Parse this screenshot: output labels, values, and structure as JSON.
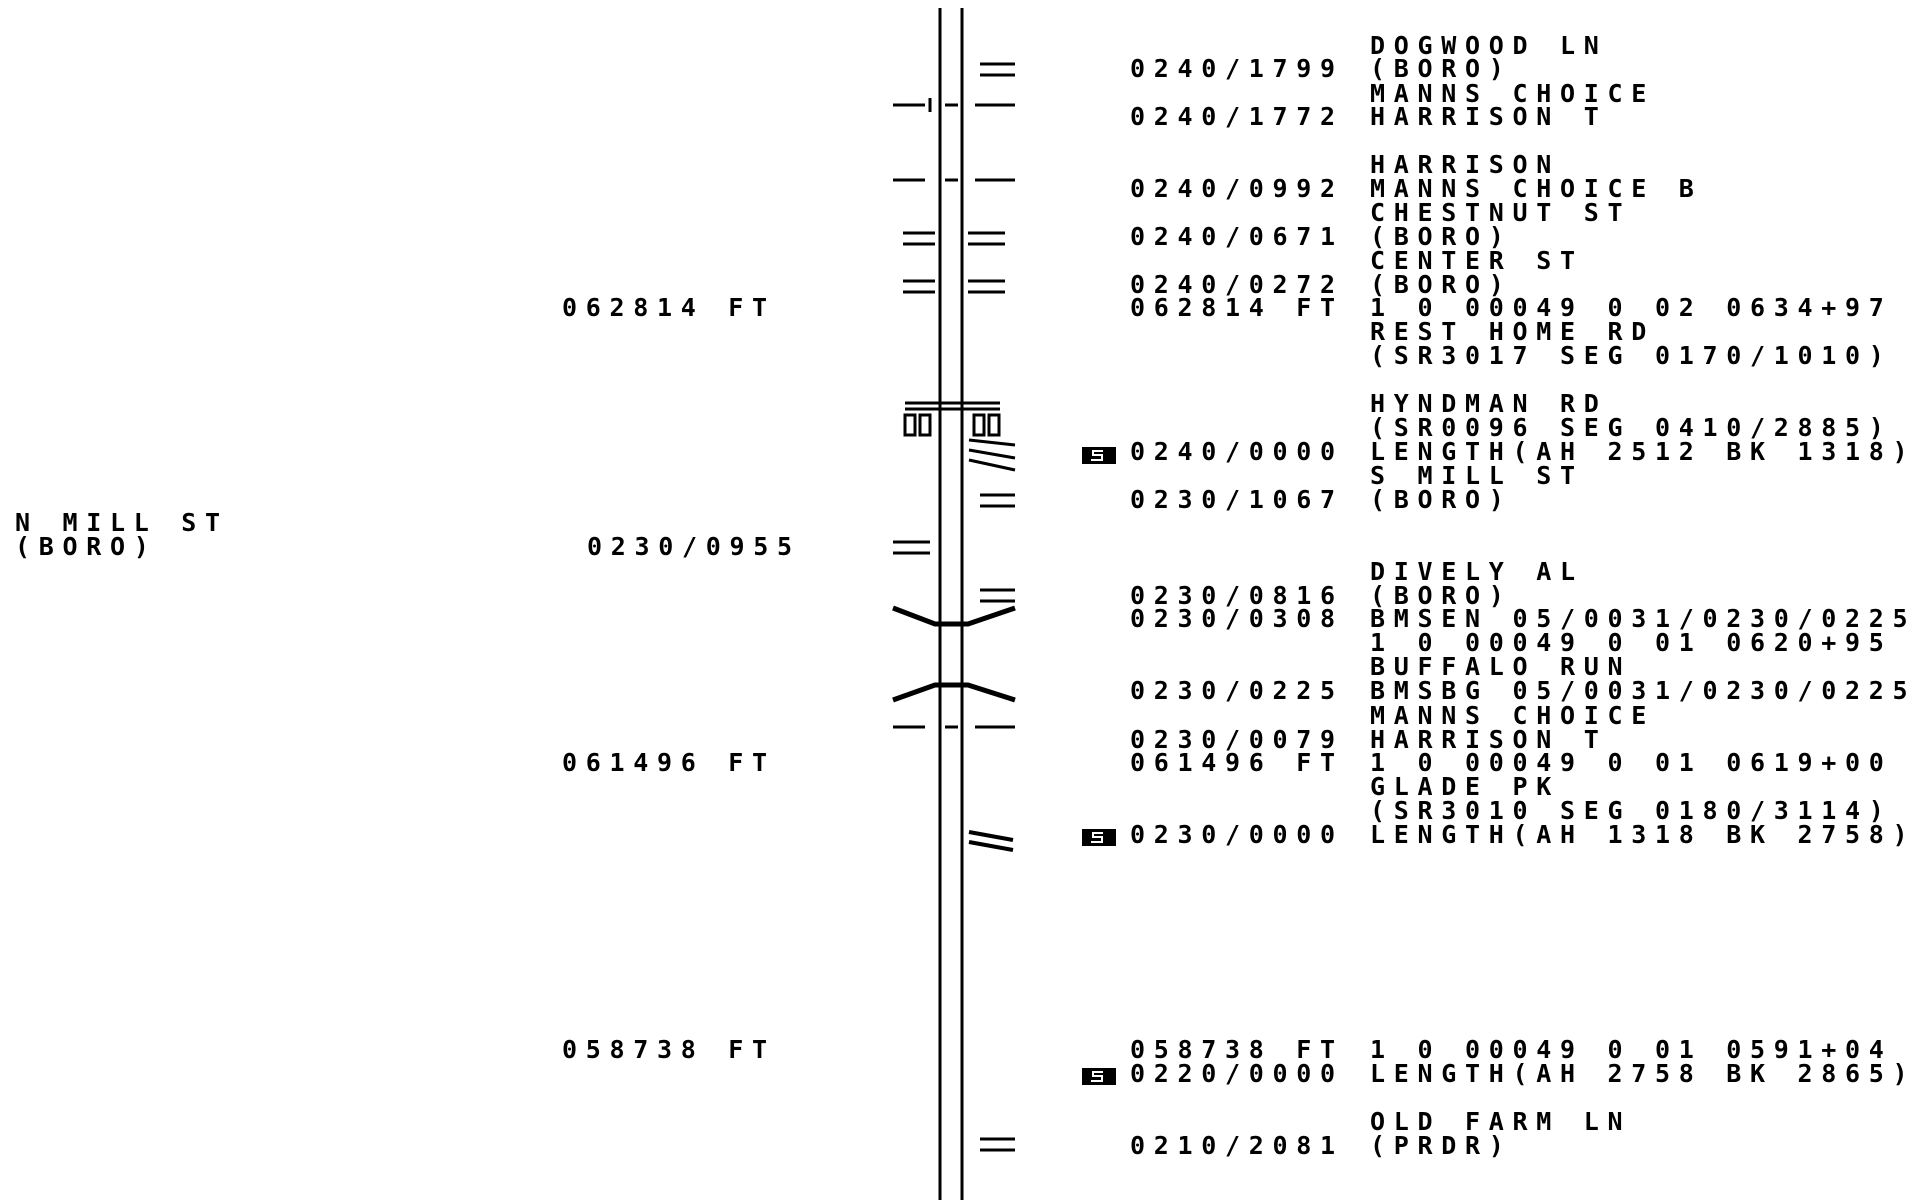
{
  "colors": {
    "ink": "#000000",
    "background": "#ffffff"
  },
  "left_labels": {
    "n_mill_st": "N MILL ST",
    "n_mill_boro": "(BORO)",
    "ft_62814": "062814 FT",
    "seg_0230_0955": "0230/0955",
    "ft_61496": "061496 FT",
    "ft_58738": "058738 FT"
  },
  "entries": [
    {
      "offset": "0240/1799",
      "lines": [
        "DOGWOOD LN",
        "(BORO)"
      ]
    },
    {
      "offset": "0240/1772",
      "lines": [
        "MANNS CHOICE",
        "HARRISON T"
      ]
    },
    {
      "offset": "0240/0992",
      "lines": [
        "HARRISON",
        "MANNS CHOICE B"
      ]
    },
    {
      "offset": "0240/0671",
      "lines": [
        "CHESTNUT ST",
        "(BORO)"
      ]
    },
    {
      "offset": "0240/0272",
      "lines": [
        "CENTER ST",
        "(BORO)"
      ]
    },
    {
      "offset": "062814 FT",
      "lines": [
        "1 0 00049 0 02 0634+97",
        "REST HOME RD",
        "(SR3017 SEG 0170/1010)"
      ]
    },
    {
      "offset": "0240/0000",
      "lines": [
        "HYNDMAN RD",
        "(SR0096 SEG 0410/2885)",
        "LENGTH(AH 2512 BK 1318)"
      ],
      "icon": "segment-marker"
    },
    {
      "offset": "0230/1067",
      "lines": [
        "S MILL ST",
        "(BORO)"
      ]
    },
    {
      "offset": "0230/0816",
      "lines": [
        "DIVELY AL",
        "(BORO)"
      ]
    },
    {
      "offset": "0230/0308",
      "lines": [
        "BMSEN 05/0031/0230/0225",
        "1 0 00049 0 01 0620+95"
      ]
    },
    {
      "offset": "0230/0225",
      "lines": [
        "BUFFALO RUN",
        "BMSBG 05/0031/0230/0225"
      ]
    },
    {
      "offset": "0230/0079",
      "lines": [
        "MANNS CHOICE",
        "HARRISON T"
      ]
    },
    {
      "offset": "061496 FT",
      "lines": [
        "1 0 00049 0 01 0619+00",
        "GLADE PK",
        "(SR3010 SEG 0180/3114)"
      ]
    },
    {
      "offset": "0230/0000",
      "lines": [
        "LENGTH(AH 1318 BK 2758)"
      ],
      "icon": "segment-marker"
    },
    {
      "offset": "058738 FT",
      "lines": [
        "1 0 00049 0 01 0591+04"
      ]
    },
    {
      "offset": "0220/0000",
      "lines": [
        "LENGTH(AH 2758 BK 2865)"
      ],
      "icon": "segment-marker"
    },
    {
      "offset": "0210/2081",
      "lines": [
        "OLD FARM LN",
        "(PRDR)"
      ]
    }
  ]
}
